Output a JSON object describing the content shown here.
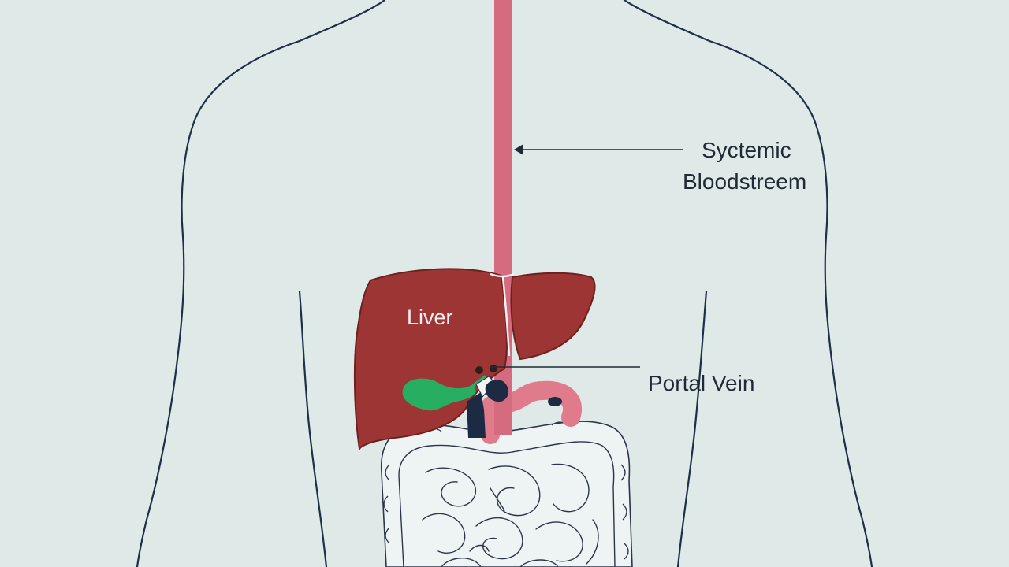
{
  "labels": {
    "systemic_line1": "Syctemic",
    "systemic_line2": "Bloodstreem",
    "liver": "Liver",
    "portal_vein": "Portal Vein"
  },
  "colors": {
    "background": "#dfe9e8",
    "outline": "#1f2f4a",
    "liver": "#9e3535",
    "liver_edge": "#6e1f1f",
    "blood_vessel": "#d56b7e",
    "gallbladder": "#27ae60",
    "stomach_duodenum": "#e07b8c",
    "intestine_fill": "#eef3f3",
    "intestine_line": "#2b3648"
  }
}
